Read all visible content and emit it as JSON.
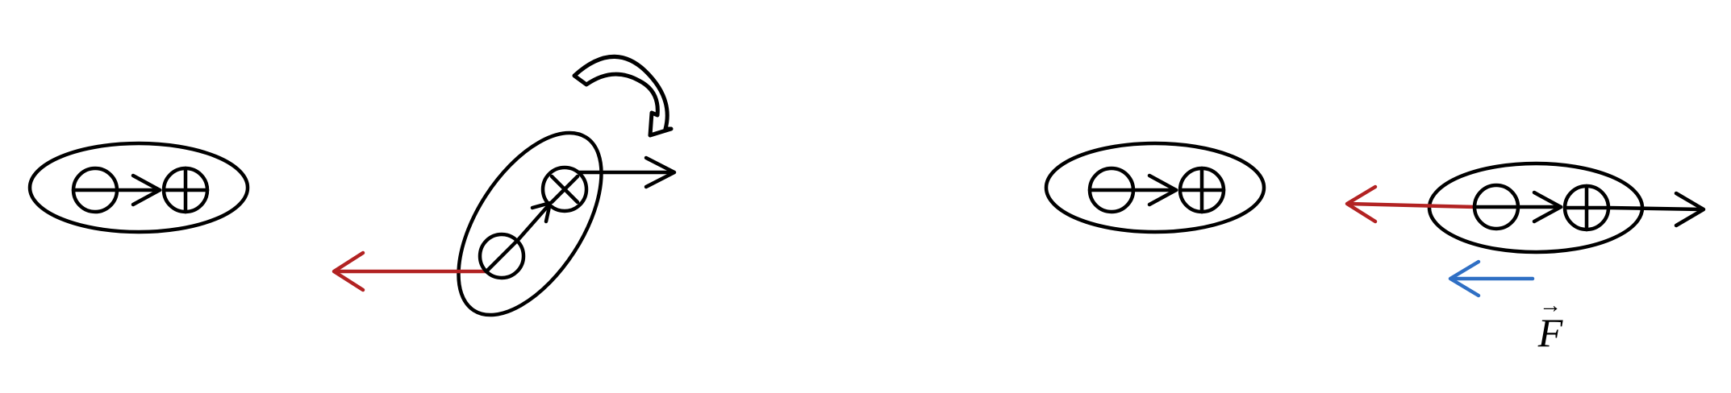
{
  "colors": {
    "ink": "#000000",
    "field_arrow": "#b22222",
    "force_arrow": "#2f6fc4",
    "background": "#ffffff"
  },
  "panels": [
    {
      "name": "dipole-aligned-1",
      "state": "aligned"
    },
    {
      "name": "dipole-rotating",
      "state": "rotating",
      "rotation_hint": "clockwise"
    },
    {
      "name": "dipole-aligned-2",
      "state": "aligned"
    },
    {
      "name": "dipole-in-field",
      "state": "stretched"
    }
  ],
  "icons": {
    "minus_charge": "minus-charge-icon",
    "plus_charge": "plus-charge-icon",
    "cross_charge": "cross-charge-icon",
    "rotation": "rotation-arrow-icon"
  },
  "force_label": {
    "symbol": "F",
    "vector_mark": "→"
  }
}
